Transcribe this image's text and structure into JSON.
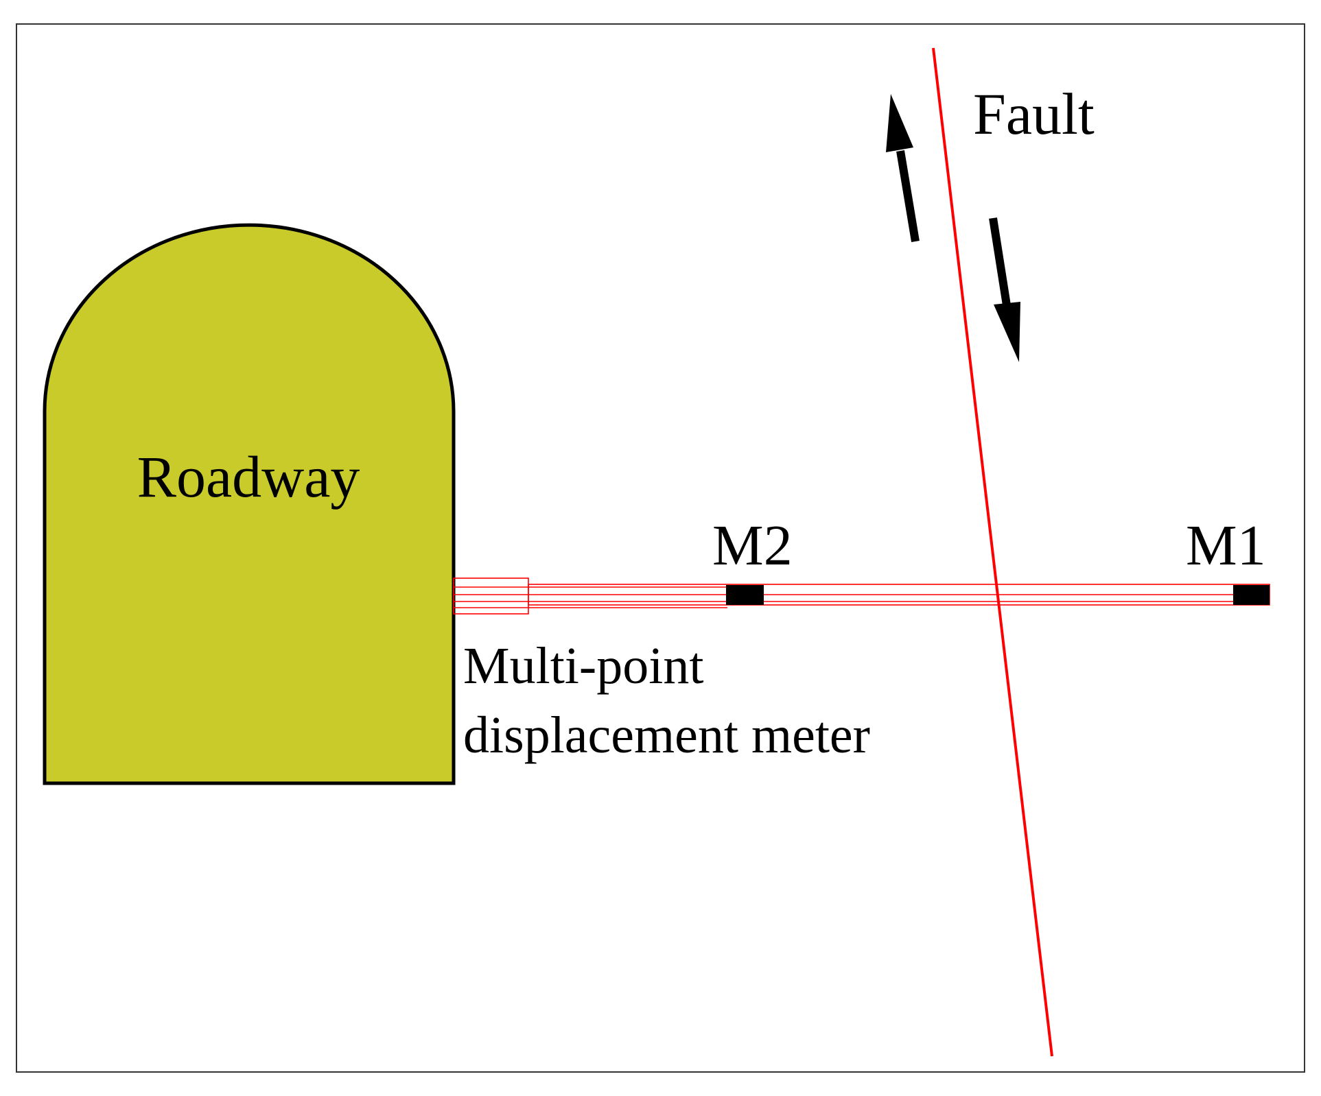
{
  "labels": {
    "roadway": "Roadway",
    "fault": "Fault",
    "m1": "M1",
    "m2": "M2",
    "meter_line1": "Multi-point",
    "meter_line2": "displacement meter"
  },
  "colors": {
    "background": "#ffffff",
    "frame": "#333333",
    "roadway_fill": "#c9cb2b",
    "roadway_stroke": "#000000",
    "fault_line": "#ff0000",
    "meter_line": "#ff0000",
    "anchor": "#000000",
    "arrow": "#000000",
    "text": "#000000"
  },
  "icons": {
    "fault_up_arrow": "arrow-up-icon",
    "fault_down_arrow": "arrow-down-icon"
  }
}
